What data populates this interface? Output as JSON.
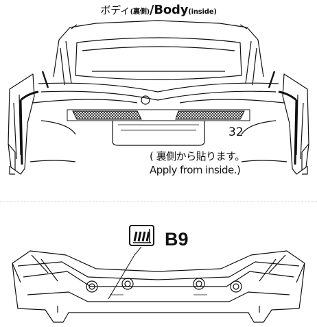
{
  "title": {
    "jp": "ボディ",
    "jp_small": "(裏側)",
    "sep": "/",
    "en": "Body",
    "en_small": "(inside)"
  },
  "sticker_number": "32",
  "note": {
    "jp": "( 裏側から貼ります。",
    "en": "Apply from inside.)"
  },
  "part_code": "B9",
  "icons": [
    "part-tree-icon"
  ]
}
